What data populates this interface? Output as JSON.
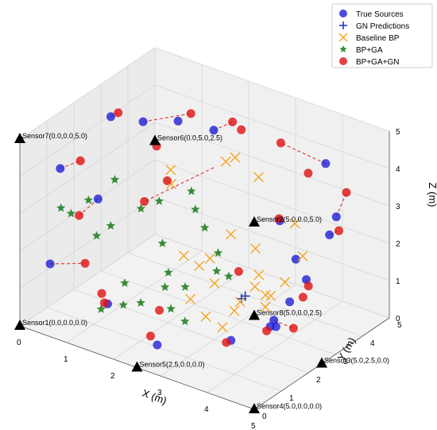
{
  "chart_data": {
    "type": "scatter3d",
    "title": "",
    "xlabel": "X (m)",
    "ylabel": "Y (m)",
    "zlabel": "Z (m)",
    "xlim": [
      0,
      5
    ],
    "ylim": [
      0,
      5
    ],
    "zlim": [
      0,
      5
    ],
    "x_ticks": [
      "0",
      "1",
      "2",
      "3",
      "4",
      "5"
    ],
    "y_ticks": [
      "0",
      "1",
      "2",
      "3",
      "4",
      "5"
    ],
    "z_ticks": [
      "0",
      "1",
      "2",
      "3",
      "4",
      "5"
    ],
    "grid": true,
    "legend_position": "top-right",
    "legend": [
      {
        "label": "True Sources",
        "marker": "circle",
        "color": "#1f1fd6"
      },
      {
        "label": "GN Predictions",
        "marker": "plus",
        "color": "#1f3fbf"
      },
      {
        "label": "Baseline BP",
        "marker": "x",
        "color": "#f5a623"
      },
      {
        "label": "BP+GA",
        "marker": "star",
        "color": "#1a7a1a"
      },
      {
        "label": "BP+GA+GN",
        "marker": "circle",
        "color": "#e01010"
      }
    ],
    "sensors": [
      {
        "label": "Sensor1(0.0,0.0,0.0)",
        "x": 0,
        "y": 0,
        "z": 0
      },
      {
        "label": "Sensor2(5.0,0.0,5.0)",
        "x": 5,
        "y": 0,
        "z": 5
      },
      {
        "label": "Sensor3(5.0,2.5,0.0)",
        "x": 5,
        "y": 2.5,
        "z": 0
      },
      {
        "label": "Sensor4(5.0,0.0,0.0)",
        "x": 5,
        "y": 0,
        "z": 0
      },
      {
        "label": "Sensor5(2.5,0.0,0.0)",
        "x": 2.5,
        "y": 0,
        "z": 0
      },
      {
        "label": "Sensor6(0.0,5.0,2.5)",
        "x": 0,
        "y": 5,
        "z": 2.5
      },
      {
        "label": "Sensor7(0.0,0.0,5.0)",
        "x": 0,
        "y": 0,
        "z": 5
      },
      {
        "label": "Sensor8(5.0,0.0,2.5)",
        "x": 5,
        "y": 0,
        "z": 2.5
      }
    ],
    "series": [
      {
        "name": "True Sources",
        "points": [
          [
            0.5,
            2.5,
            4.6
          ],
          [
            0.9,
            3.0,
            4.4
          ],
          [
            1.3,
            3.6,
            4.3
          ],
          [
            0.4,
            0.8,
            4.0
          ],
          [
            1.6,
            4.4,
            3.8
          ],
          [
            0.3,
            0.6,
            1.5
          ],
          [
            0.4,
            2.2,
            2.5
          ],
          [
            3.7,
            4.9,
            3.6
          ],
          [
            4.1,
            4.6,
            2.5
          ],
          [
            4.3,
            4.0,
            2.4
          ],
          [
            3.7,
            3.2,
            2.9
          ],
          [
            4.1,
            3.1,
            2.1
          ],
          [
            4.9,
            2.1,
            2.4
          ],
          [
            4.9,
            0.9,
            1.9
          ],
          [
            4.2,
            2.7,
            1.2
          ],
          [
            4.6,
            1.5,
            1.3
          ],
          [
            4.1,
            0.7,
            1.1
          ],
          [
            2.7,
            0.4,
            0.5
          ],
          [
            1.7,
            0.3,
            1.2
          ],
          [
            3.9,
            2.5,
            0.5
          ]
        ]
      },
      {
        "name": "GN Predictions",
        "points": [
          [
            3.0,
            3.0,
            0.6
          ],
          [
            4.0,
            1.4,
            1.9
          ]
        ]
      },
      {
        "name": "Baseline BP",
        "points": [
          [
            1.8,
            4.5,
            3.0
          ],
          [
            2.0,
            4.5,
            3.2
          ],
          [
            2.5,
            4.5,
            2.9
          ],
          [
            1.2,
            3.5,
            3.0
          ],
          [
            1.5,
            3.0,
            3.0
          ],
          [
            2.6,
            3.3,
            2.0
          ],
          [
            3.5,
            4.1,
            2.3
          ],
          [
            3.9,
            3.7,
            1.8
          ],
          [
            2.5,
            2.7,
            1.6
          ],
          [
            2.5,
            2.3,
            1.6
          ],
          [
            3.0,
            2.0,
            1.5
          ],
          [
            3.2,
            2.6,
            0.8
          ],
          [
            2.6,
            1.8,
            1.0
          ],
          [
            3.1,
            1.5,
            0.9
          ],
          [
            3.4,
            1.6,
            0.7
          ],
          [
            4.2,
            2.0,
            1.7
          ],
          [
            3.6,
            2.6,
            1.7
          ],
          [
            3.4,
            2.8,
            1.2
          ],
          [
            4.2,
            1.8,
            1.5
          ],
          [
            4.0,
            1.0,
            1.7
          ],
          [
            4.5,
            2.0,
            2.2
          ],
          [
            3.7,
            2.3,
            2.6
          ],
          [
            2.0,
            2.6,
            1.5
          ],
          [
            3.8,
            2.5,
            1.3
          ]
        ]
      },
      {
        "name": "BP+GA",
        "points": [
          [
            0.3,
            1.0,
            2.8
          ],
          [
            0.4,
            1.2,
            2.6
          ],
          [
            0.6,
            1.5,
            2.9
          ],
          [
            0.7,
            2.3,
            3.1
          ],
          [
            0.9,
            1.8,
            2.2
          ],
          [
            1.2,
            2.4,
            2.5
          ],
          [
            0.6,
            1.8,
            1.8
          ],
          [
            1.3,
            2.9,
            2.5
          ],
          [
            1.7,
            3.4,
            2.7
          ],
          [
            1.9,
            3.2,
            2.4
          ],
          [
            1.6,
            2.5,
            1.7
          ],
          [
            1.9,
            2.2,
            1.2
          ],
          [
            1.2,
            1.8,
            0.8
          ],
          [
            1.6,
            1.7,
            0.5
          ],
          [
            2.1,
            3.2,
            2.0
          ],
          [
            2.5,
            3.0,
            1.6
          ],
          [
            2.2,
            2.3,
            0.9
          ],
          [
            2.7,
            2.6,
            1.4
          ],
          [
            2.9,
            2.7,
            1.3
          ],
          [
            2.3,
            1.6,
            0.7
          ],
          [
            2.6,
            1.6,
            0.5
          ],
          [
            1.4,
            1.4,
            0.5
          ],
          [
            2.0,
            1.9,
            1.0
          ],
          [
            1.1,
            1.1,
            0.4
          ]
        ]
      },
      {
        "name": "BP+GA+GN",
        "points": [
          [
            0.6,
            2.6,
            4.7
          ],
          [
            1.4,
            3.9,
            4.4
          ],
          [
            2.0,
            4.4,
            4.2
          ],
          [
            0.6,
            1.2,
            4.1
          ],
          [
            0.9,
            3.5,
            3.5
          ],
          [
            1.9,
            4.9,
            3.7
          ],
          [
            2.8,
            4.8,
            3.8
          ],
          [
            3.5,
            4.6,
            3.4
          ],
          [
            4.2,
            4.8,
            3.1
          ],
          [
            3.8,
            3.0,
            3.1
          ],
          [
            4.5,
            4.0,
            2.6
          ],
          [
            4.6,
            2.7,
            1.8
          ],
          [
            4.6,
            2.5,
            1.6
          ],
          [
            3.4,
            2.2,
            1.9
          ],
          [
            4.8,
            1.8,
            1.2
          ],
          [
            4.4,
            1.5,
            1.1
          ],
          [
            4.0,
            0.7,
            1.0
          ],
          [
            0.7,
            1.2,
            1.4
          ],
          [
            0.4,
            1.5,
            2.4
          ],
          [
            2.5,
            0.5,
            0.6
          ],
          [
            1.4,
            0.7,
            0.9
          ],
          [
            1.4,
            0.6,
            1.2
          ],
          [
            2.4,
            1.0,
            1.0
          ],
          [
            1.1,
            2.7,
            2.5
          ],
          [
            1.3,
            3.2,
            2.9
          ]
        ]
      }
    ],
    "links": [
      [
        [
          0.5,
          2.5,
          4.6
        ],
        [
          0.6,
          2.6,
          4.7
        ]
      ],
      [
        [
          0.9,
          3.0,
          4.4
        ],
        [
          1.4,
          3.9,
          4.4
        ]
      ],
      [
        [
          1.6,
          4.4,
          3.8
        ],
        [
          2.0,
          4.4,
          4.2
        ]
      ],
      [
        [
          0.4,
          0.8,
          4.0
        ],
        [
          0.6,
          1.2,
          4.1
        ]
      ],
      [
        [
          3.7,
          4.9,
          3.6
        ],
        [
          2.8,
          4.8,
          3.8
        ]
      ],
      [
        [
          4.1,
          4.6,
          2.5
        ],
        [
          4.2,
          4.8,
          3.1
        ]
      ],
      [
        [
          3.7,
          3.2,
          2.9
        ],
        [
          3.8,
          3.0,
          3.1
        ]
      ],
      [
        [
          4.3,
          4.0,
          2.4
        ],
        [
          4.5,
          4.0,
          2.6
        ]
      ],
      [
        [
          4.9,
          2.1,
          2.4
        ],
        [
          4.6,
          2.7,
          1.8
        ]
      ],
      [
        [
          4.9,
          0.9,
          1.9
        ],
        [
          4.8,
          1.8,
          1.2
        ]
      ],
      [
        [
          0.3,
          0.6,
          1.5
        ],
        [
          0.7,
          1.2,
          1.4
        ]
      ],
      [
        [
          0.4,
          2.2,
          2.5
        ],
        [
          0.4,
          1.5,
          2.4
        ]
      ],
      [
        [
          1.6,
          4.4,
          2.8
        ],
        [
          1.1,
          2.7,
          2.5
        ]
      ]
    ]
  }
}
